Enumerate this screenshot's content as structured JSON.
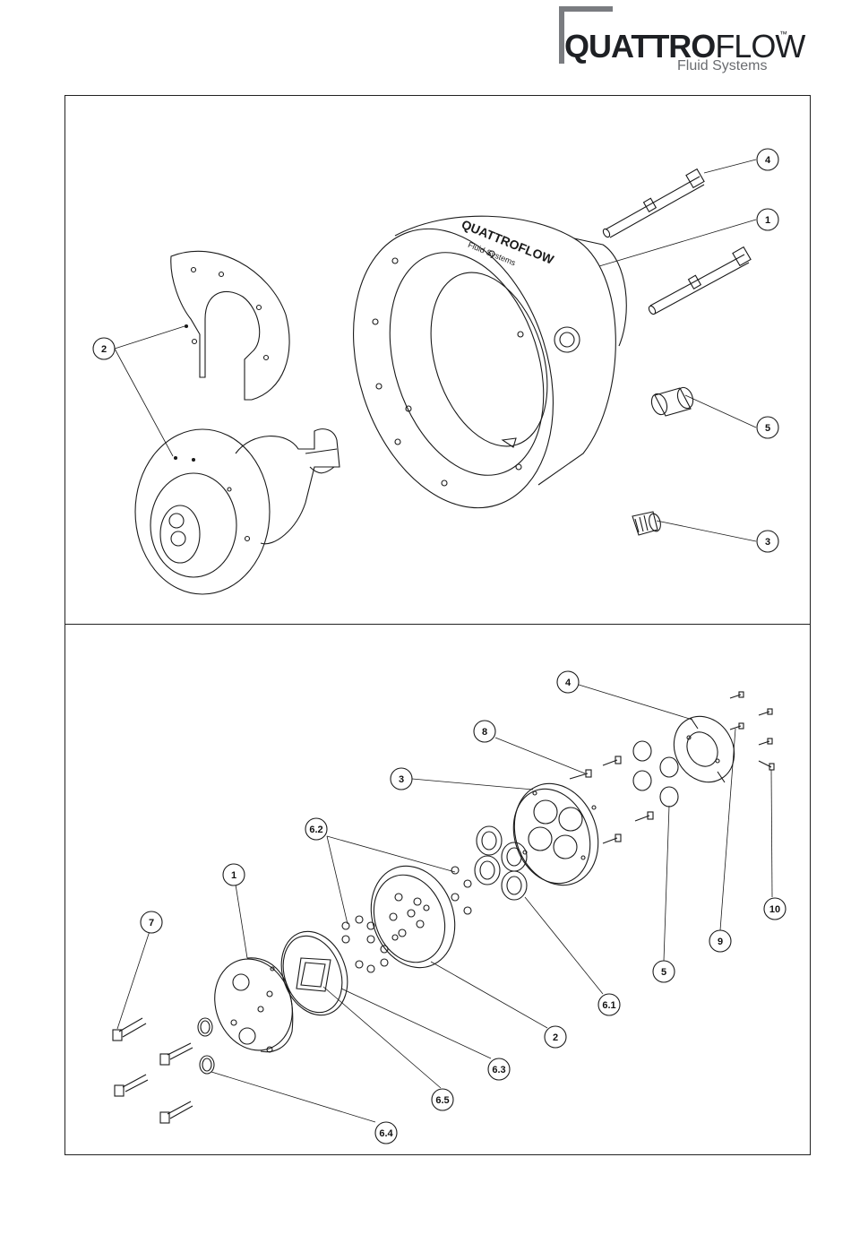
{
  "brand": {
    "name_bold": "QUATTRO",
    "name_light": "FLOW",
    "trademark": "™",
    "subtitle": "Fluid Systems",
    "housing_engraving_1": "QUATTROFLOW",
    "housing_engraving_2": "Fluid Systems"
  },
  "colors": {
    "line": "#1a1a1a",
    "logo_square": "#7a7c80",
    "logo_text": "#1e2024"
  },
  "top_view": {
    "callouts": [
      {
        "id": "t4",
        "label": "4"
      },
      {
        "id": "t1",
        "label": "1"
      },
      {
        "id": "t2",
        "label": "2"
      },
      {
        "id": "t5",
        "label": "5"
      },
      {
        "id": "t3",
        "label": "3"
      }
    ]
  },
  "bottom_view": {
    "callouts": [
      {
        "id": "b4",
        "label": "4"
      },
      {
        "id": "b8",
        "label": "8"
      },
      {
        "id": "b3",
        "label": "3"
      },
      {
        "id": "b62",
        "label": "6.2"
      },
      {
        "id": "b1",
        "label": "1"
      },
      {
        "id": "b7",
        "label": "7"
      },
      {
        "id": "b10",
        "label": "10"
      },
      {
        "id": "b9",
        "label": "9"
      },
      {
        "id": "b5",
        "label": "5"
      },
      {
        "id": "b61",
        "label": "6.1"
      },
      {
        "id": "b2",
        "label": "2"
      },
      {
        "id": "b63",
        "label": "6.3"
      },
      {
        "id": "b65",
        "label": "6.5"
      },
      {
        "id": "b64",
        "label": "6.4"
      }
    ]
  }
}
